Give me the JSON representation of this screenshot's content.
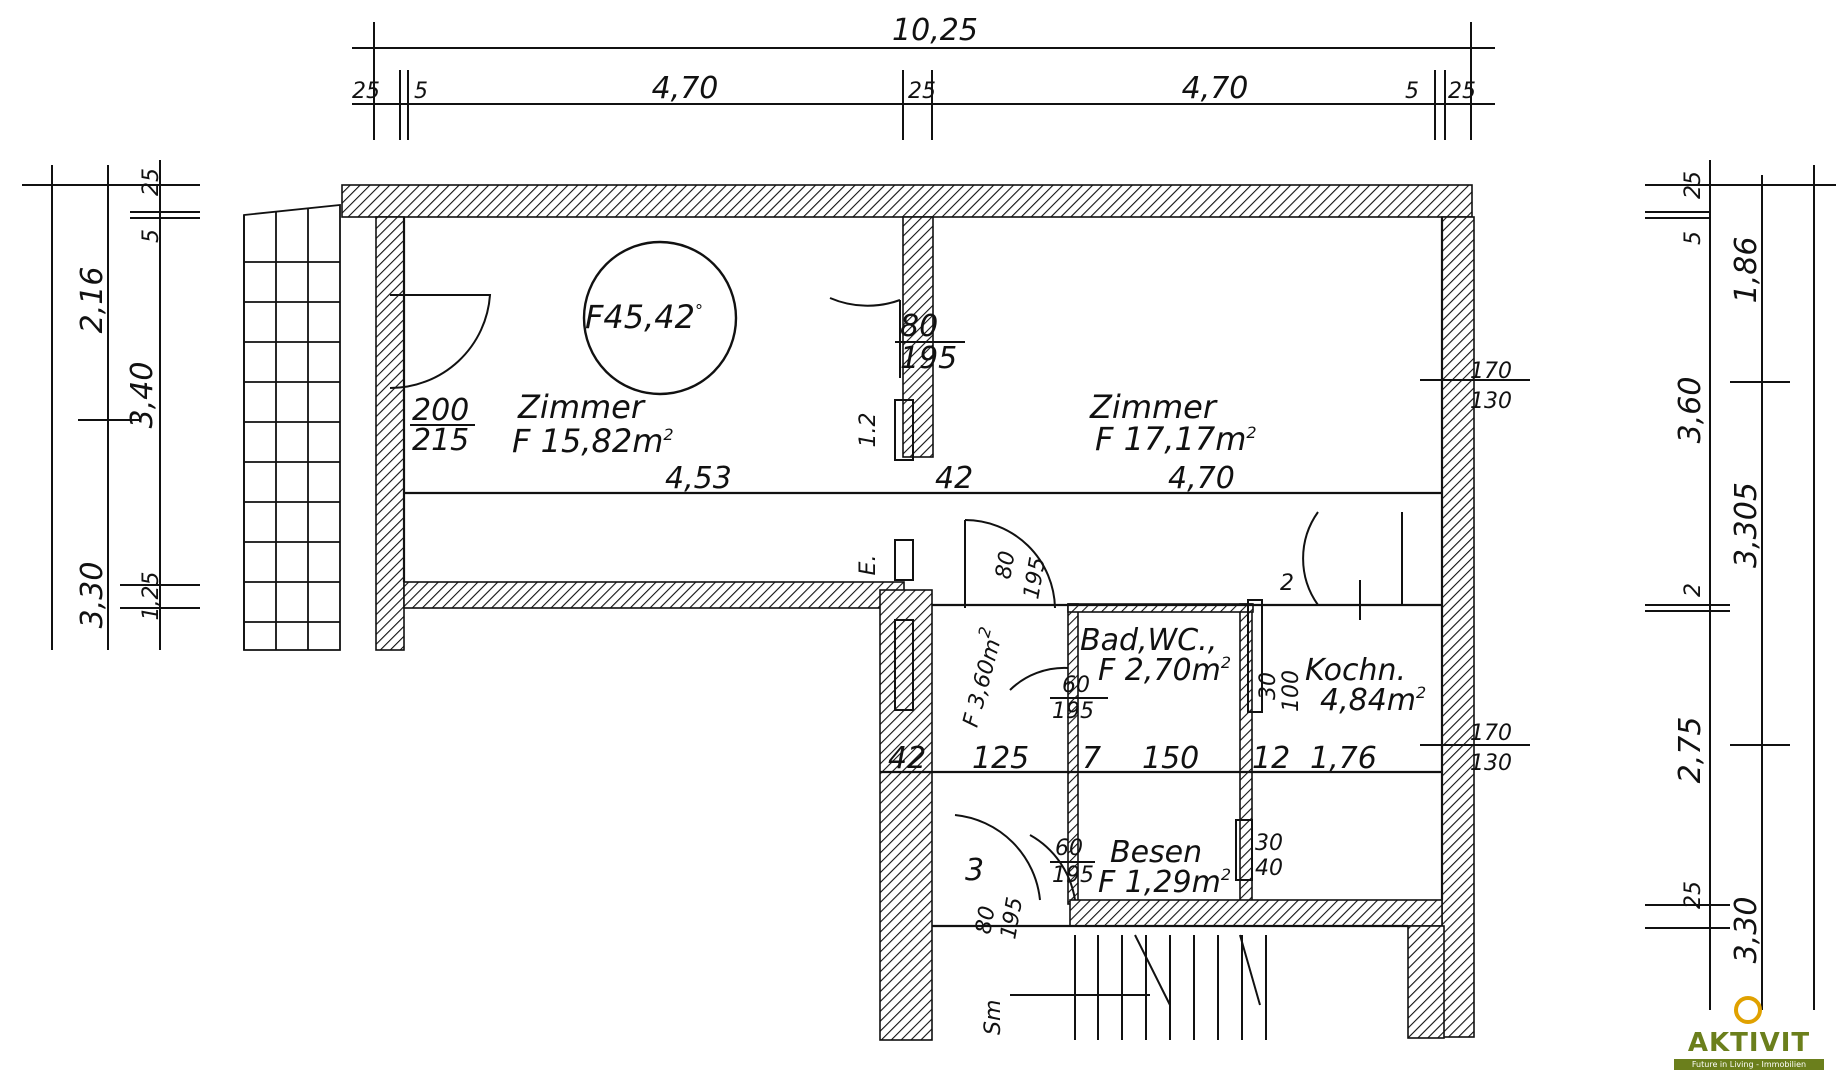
{
  "plan": {
    "top_dims": {
      "overall": "10,25",
      "w1": "25",
      "w2": "5",
      "room1": "4,70",
      "wall": "25",
      "room2": "4,70",
      "w3": "5",
      "w4": "25"
    },
    "area_circle": "F45,42",
    "area_unit": "m",
    "room_left": {
      "name": "Zimmer",
      "area": "F 15,82m",
      "width": "4,53",
      "win_w": "200",
      "win_h": "215"
    },
    "room_right": {
      "name": "Zimmer",
      "area": "F 17,17m",
      "width": "4,70",
      "win_w": "170",
      "win_h": "130"
    },
    "door_top": {
      "w": "80",
      "h": "195"
    },
    "left_dims": {
      "a": "2,16",
      "b": "3,40",
      "c": "3,30",
      "d": "25",
      "e": "5",
      "f": "1,25"
    },
    "right_dims": {
      "a": "5",
      "b": "25",
      "c": "1,86",
      "d": "3,60",
      "e": "3,305",
      "f": "2",
      "g": "2,75",
      "h": "25",
      "i": "3,30"
    },
    "mid_dims": {
      "a": "42",
      "b": "1.2",
      "c": "E."
    },
    "hall": {
      "area": "F 3,60m",
      "door_w": "80",
      "door_h": "195"
    },
    "bath": {
      "name": "Bad,WC.,",
      "area": "F 2,70m",
      "door_w": "60",
      "door_h": "195"
    },
    "kitchen": {
      "name": "Kochn.",
      "area": "4,84m",
      "win_w": "170",
      "win_h": "130",
      "n1": "30",
      "n2": "100"
    },
    "row_dims": {
      "a": "42",
      "b": "125",
      "c": "7",
      "d": "150",
      "e": "12",
      "f": "1,76"
    },
    "broom": {
      "name": "Besen",
      "area": "F 1,29m",
      "door_w": "60",
      "door_h": "195",
      "n1": "30",
      "n2": "40"
    },
    "stair": {
      "num": "3",
      "door_w": "80",
      "door_h": "195",
      "label": "Sm"
    },
    "exp": "2"
  },
  "logo": {
    "name": "AKTIVIT",
    "tagline": "Future in Living - Immobilien",
    "color": "#6b7f1c",
    "accent": "#e0a100"
  }
}
